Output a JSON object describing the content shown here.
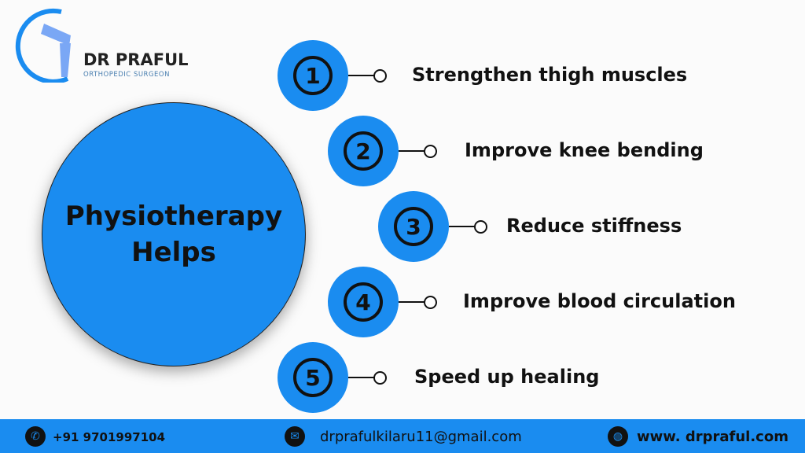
{
  "logo": {
    "name": "DR PRAFUL",
    "subtitle": "ORTHOPEDIC SURGEON"
  },
  "center": {
    "title": "Physiotherapy Helps"
  },
  "items": [
    {
      "number": "1",
      "label": "Strengthen thigh muscles"
    },
    {
      "number": "2",
      "label": "Improve knee bending"
    },
    {
      "number": "3",
      "label": "Reduce stiffness"
    },
    {
      "number": "4",
      "label": "Improve blood circulation"
    },
    {
      "number": "5",
      "label": "Speed up healing"
    }
  ],
  "footer": {
    "phone": "+91 9701997104",
    "email": "drprafulkilaru11@gmail.com",
    "website": "www. drpraful.com"
  },
  "colors": {
    "accent": "#1a8cf0",
    "text": "#111111"
  }
}
